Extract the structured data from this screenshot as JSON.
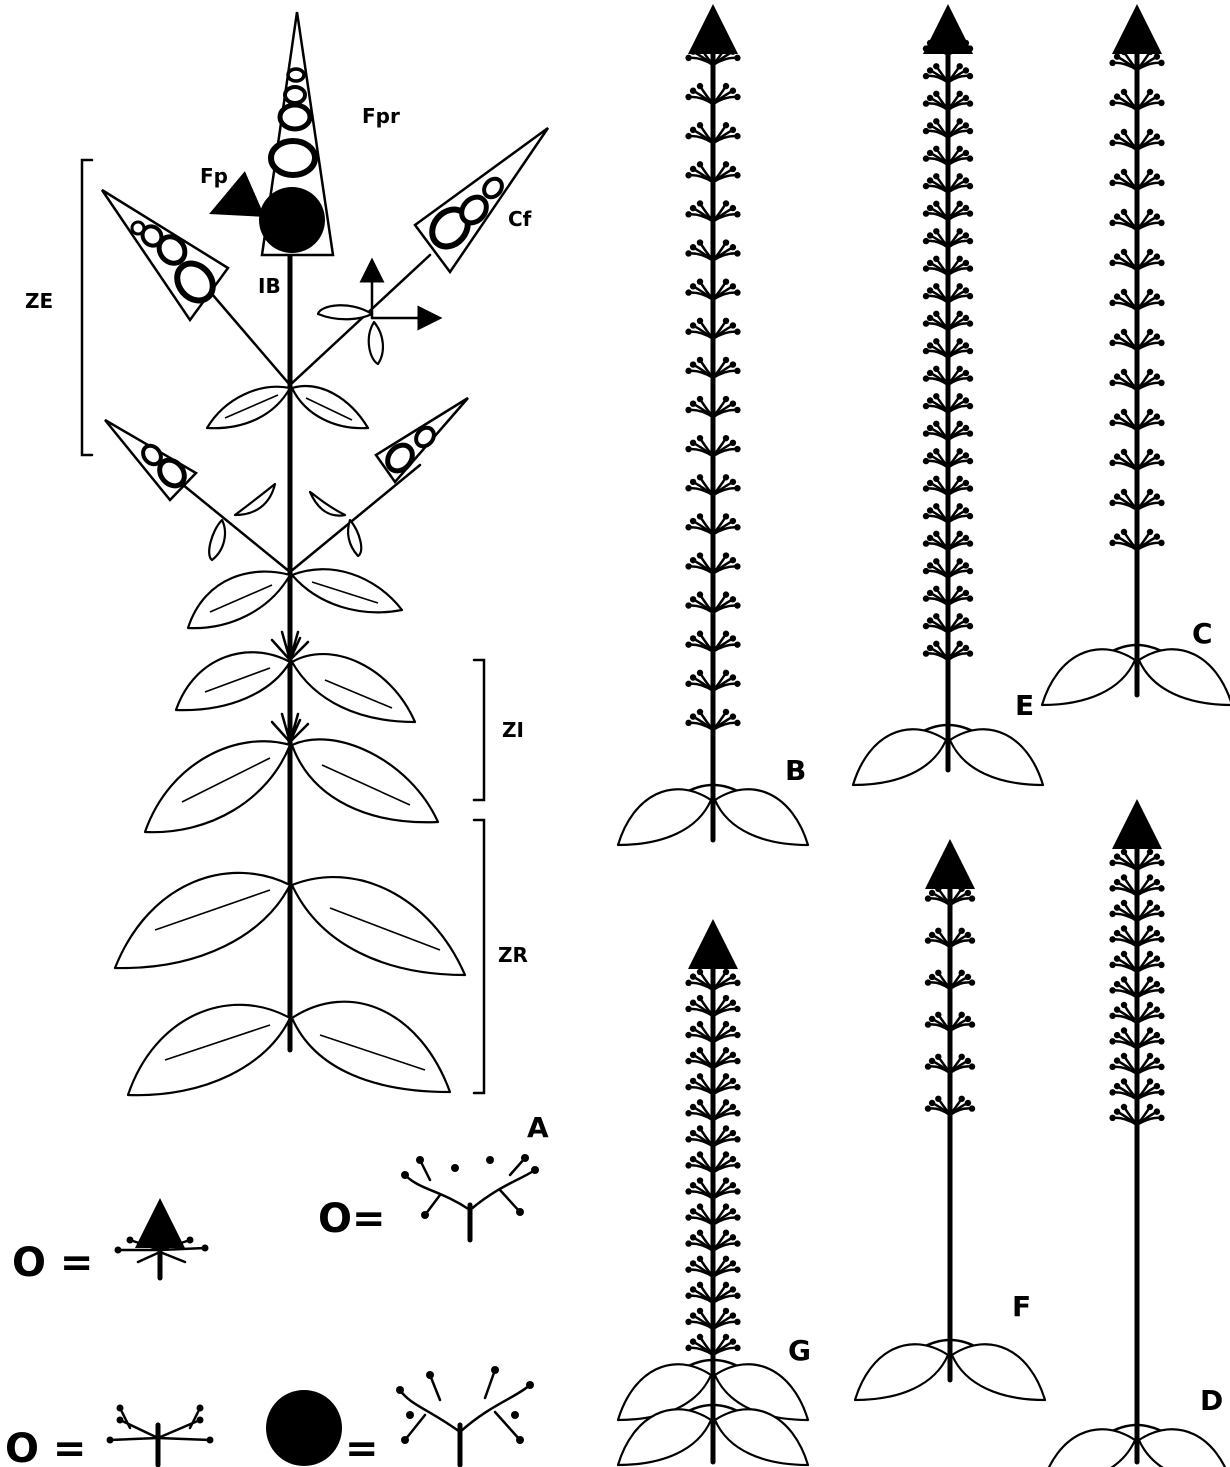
{
  "figure": {
    "panel_labels": {
      "A": "A",
      "B": "B",
      "C": "C",
      "D": "D",
      "E": "E",
      "F": "F",
      "G": "G"
    },
    "annotations": {
      "fpr": "Fpr",
      "fp": "Fp",
      "cf": "Cf",
      "ib": "IB",
      "ze": "ZE",
      "zi": "ZI",
      "zr": "ZR"
    },
    "legend": {
      "row1_left_eq": "O =",
      "row1_right_eq": "O=",
      "row2_left_eq": "O =",
      "row2_right_eq": "="
    }
  },
  "spikes": [
    {
      "id": "B",
      "whorls": 18
    },
    {
      "id": "E",
      "whorls": 23
    },
    {
      "id": "C",
      "whorls": 13
    },
    {
      "id": "G",
      "whorls": 15
    },
    {
      "id": "F",
      "whorls": 6
    },
    {
      "id": "D",
      "whorls": 11
    }
  ]
}
